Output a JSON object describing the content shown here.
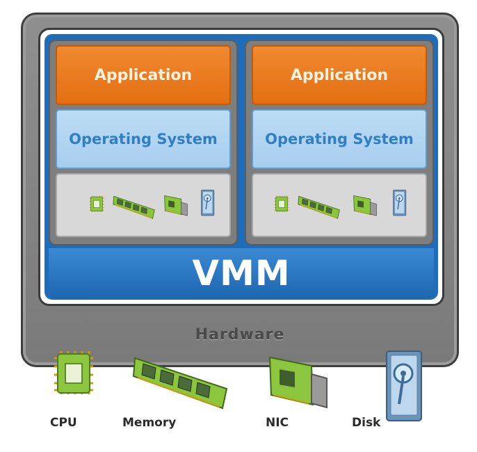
{
  "hardware": {
    "label": "Hardware",
    "devices": [
      {
        "name": "CPU",
        "icon": "cpu-icon"
      },
      {
        "name": "Memory",
        "icon": "memory-icon"
      },
      {
        "name": "NIC",
        "icon": "nic-icon"
      },
      {
        "name": "Disk",
        "icon": "disk-icon"
      }
    ]
  },
  "vmm": {
    "label": "VMM"
  },
  "vms": [
    {
      "application": "Application",
      "os": "Operating System"
    },
    {
      "application": "Application",
      "os": "Operating System"
    }
  ],
  "colors": {
    "application": "#e8771c",
    "os": "#b0d3f1",
    "vmm": "#2a76c2",
    "hardware": "#858585",
    "chip_green": "#8cc63f"
  }
}
